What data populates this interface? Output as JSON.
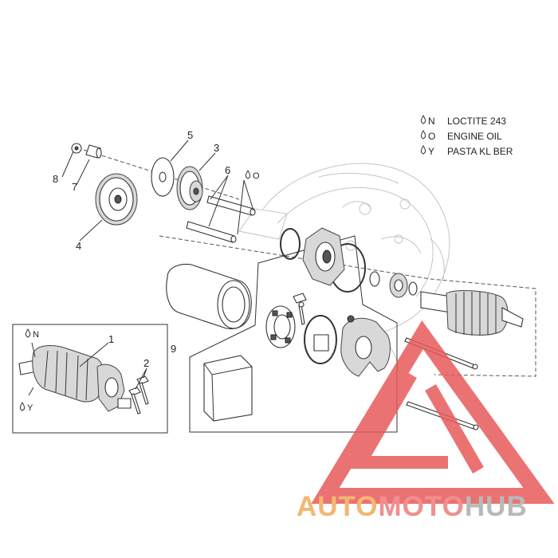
{
  "legend": [
    {
      "code": "N",
      "text": "LOCTITE 243"
    },
    {
      "code": "O",
      "text": "ENGINE OIL"
    },
    {
      "code": "Y",
      "text": "PASTA KL BER"
    }
  ],
  "callouts": {
    "p1": "1",
    "p2": "2",
    "p3": "3",
    "p4": "4",
    "p5": "5",
    "p6": "6",
    "p7": "7",
    "p8": "8",
    "p9": "9"
  },
  "marks": {
    "oil_on_6": "O",
    "loctite_on_1": "N",
    "grease_on_1": "Y"
  },
  "watermark": {
    "part1": "AUTO",
    "part2": "MOTO",
    "part3": "HUB",
    "colors": {
      "part1": "#f3b773",
      "part2": "#f08f8f",
      "part3": "#b9b9b9",
      "logo": "#e85a5a"
    }
  }
}
